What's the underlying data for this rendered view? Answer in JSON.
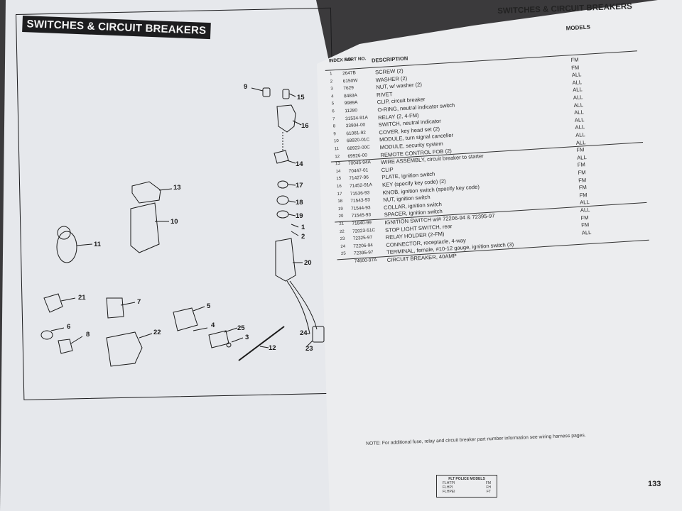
{
  "left_page": {
    "header": "SWITCHES & CIRCUIT BREAKERS",
    "callouts": [
      {
        "id": "9",
        "label": "9"
      },
      {
        "id": "15",
        "label": "15"
      },
      {
        "id": "16",
        "label": "16"
      },
      {
        "id": "14",
        "label": "14"
      },
      {
        "id": "17",
        "label": "17"
      },
      {
        "id": "18",
        "label": "18"
      },
      {
        "id": "19",
        "label": "19"
      },
      {
        "id": "1",
        "label": "1"
      },
      {
        "id": "2",
        "label": "2"
      },
      {
        "id": "20",
        "label": "20"
      },
      {
        "id": "13",
        "label": "13"
      },
      {
        "id": "10",
        "label": "10"
      },
      {
        "id": "11",
        "label": "11"
      },
      {
        "id": "21",
        "label": "21"
      },
      {
        "id": "7",
        "label": "7"
      },
      {
        "id": "6",
        "label": "6"
      },
      {
        "id": "8",
        "label": "8"
      },
      {
        "id": "22",
        "label": "22"
      },
      {
        "id": "5",
        "label": "5"
      },
      {
        "id": "4",
        "label": "4"
      },
      {
        "id": "25",
        "label": "25"
      },
      {
        "id": "3",
        "label": "3"
      },
      {
        "id": "12",
        "label": "12"
      },
      {
        "id": "24",
        "label": "24"
      },
      {
        "id": "23",
        "label": "23"
      }
    ]
  },
  "right_page": {
    "header": "SWITCHES & CIRCUIT BREAKERS",
    "columns": {
      "index": "INDEX NO.",
      "part_no": "PART NO.",
      "description": "DESCRIPTION",
      "models": "MODELS"
    },
    "rows": [
      {
        "idx": "1",
        "pno": "2647B",
        "desc": "SCREW (2)",
        "model": "FM"
      },
      {
        "idx": "2",
        "pno": "6150W",
        "desc": "WASHER (2)",
        "model": "FM"
      },
      {
        "idx": "3",
        "pno": "7629",
        "desc": "NUT, w/ washer (2)",
        "model": "ALL"
      },
      {
        "idx": "4",
        "pno": "8483A",
        "desc": "RIVET",
        "model": "ALL"
      },
      {
        "idx": "5",
        "pno": "9989A",
        "desc": "CLIP, circuit breaker",
        "model": "ALL"
      },
      {
        "idx": "6",
        "pno": "11280",
        "desc": "O-RING, neutral indicator switch",
        "model": "ALL"
      },
      {
        "idx": "7",
        "pno": "31534-91A",
        "desc": "RELAY (2, 4-FM)",
        "model": "ALL"
      },
      {
        "idx": "8",
        "pno": "33904-00",
        "desc": "SWITCH, neutral indicator",
        "model": "ALL"
      },
      {
        "idx": "9",
        "pno": "61081-92",
        "desc": "COVER, key head set (2)",
        "model": "ALL"
      },
      {
        "idx": "10",
        "pno": "68920-01C",
        "desc": "MODULE, turn signal canceller",
        "model": "ALL"
      },
      {
        "idx": "11",
        "pno": "68922-00C",
        "desc": "MODULE, security system",
        "model": "ALL"
      },
      {
        "idx": "12",
        "pno": "69926-00",
        "desc": "REMOTE CONTROL FOB (2)",
        "model": "ALL"
      },
      {
        "idx": "13",
        "pno": "70045-94A",
        "desc": "WIRE ASSEMBLY, circuit breaker to starter",
        "model": "FM"
      },
      {
        "idx": "14",
        "pno": "70447-01",
        "desc": "CLIP",
        "model": "ALL"
      },
      {
        "idx": "15",
        "pno": "71427-96",
        "desc": "PLATE, ignition switch",
        "model": "FM"
      },
      {
        "idx": "16",
        "pno": "71452-91A",
        "desc": "KEY (specify key code) (2)",
        "model": "FM"
      },
      {
        "idx": "17",
        "pno": "71536-93",
        "desc": "KNOB, ignition switch (specify key code)",
        "model": "FM"
      },
      {
        "idx": "18",
        "pno": "71543-93",
        "desc": "NUT, ignition switch",
        "model": "FM"
      },
      {
        "idx": "19",
        "pno": "71544-93",
        "desc": "COLLAR, ignition switch",
        "model": "FM"
      },
      {
        "idx": "20",
        "pno": "71545-93",
        "desc": "SPACER, ignition switch",
        "model": "ALL"
      },
      {
        "idx": "21",
        "pno": "71840-99",
        "desc": "IGNITION SWITCH w/# 72206-94 & 72395-97",
        "model": "ALL"
      },
      {
        "idx": "22",
        "pno": "72023-51C",
        "desc": "STOP LIGHT SWITCH, rear",
        "model": "FM"
      },
      {
        "idx": "23",
        "pno": "72325-97",
        "desc": "RELAY HOLDER (2-FM)",
        "model": "FM"
      },
      {
        "idx": "24",
        "pno": "72206-94",
        "desc": "CONNECTOR, receptacle, 4-way",
        "model": "ALL"
      },
      {
        "idx": "25",
        "pno": "72395-97",
        "desc": "TERMINAL, female, #10-12 gauge, ignition switch (3)",
        "model": ""
      },
      {
        "idx": "",
        "pno": "74600-97A",
        "desc": "CIRCUIT BREAKER, 40AMP",
        "model": ""
      }
    ],
    "note": "NOTE: For additional fuse, relay and circuit breaker part number information see wiring harness pages.",
    "legend": {
      "title": "FLT POLICE MODELS",
      "rows": [
        {
          "code": "FLHTPI",
          "abbr": "FM"
        },
        {
          "code": "FLHPI",
          "abbr": "FH"
        },
        {
          "code": "FLHPEI",
          "abbr": "FT"
        }
      ]
    },
    "page_number": "133"
  }
}
